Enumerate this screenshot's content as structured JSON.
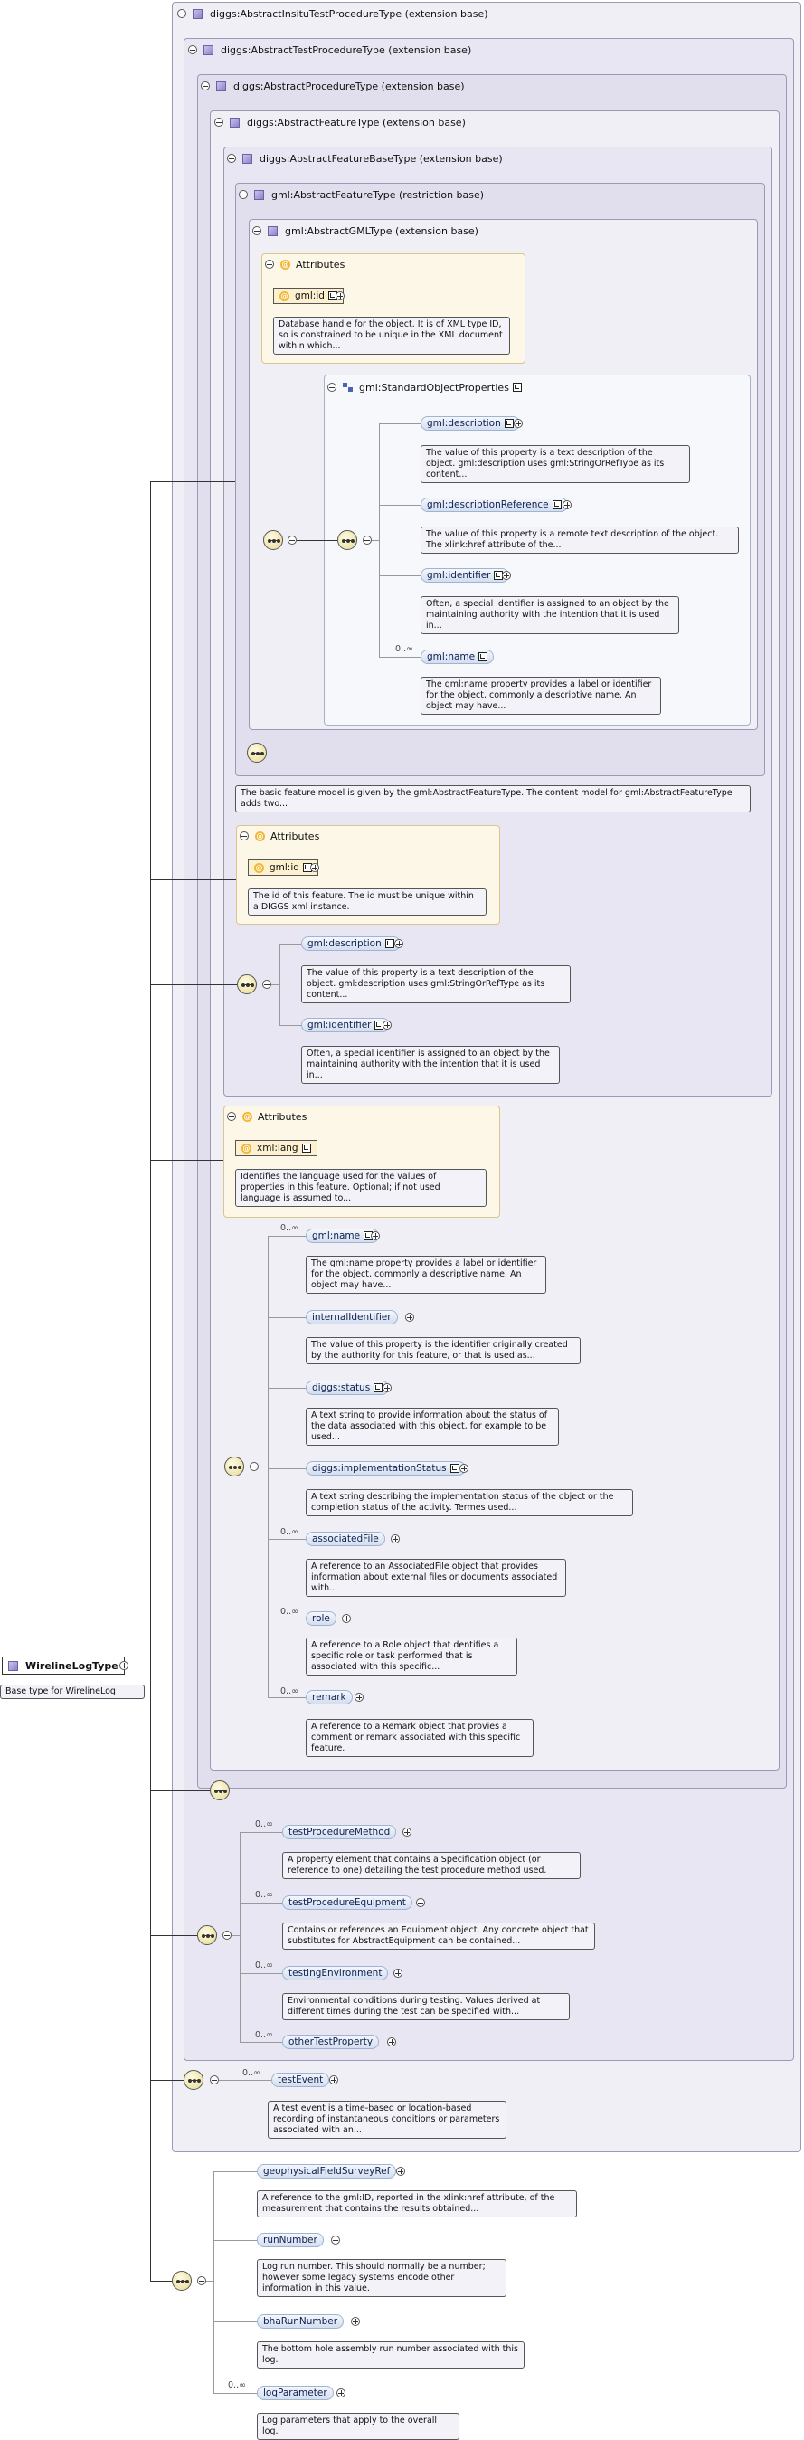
{
  "root": {
    "name": "WirelineLogType",
    "desc": "Base type for WirelineLog"
  },
  "bases": [
    "diggs:AbstractInsituTestProcedureType (extension base)",
    "diggs:AbstractTestProcedureType (extension base)",
    "diggs:AbstractProcedureType (extension base)",
    "diggs:AbstractFeatureType (extension base)",
    "diggs:AbstractFeatureBaseType (extension base)",
    "gml:AbstractFeatureType (restriction base)",
    "gml:AbstractGMLType (extension base)"
  ],
  "labels": {
    "attributes": "Attributes",
    "std_props": "gml:StandardObjectProperties",
    "many": "0..∞"
  },
  "gml_id": {
    "name": "gml:id",
    "desc": "Database handle for the object. It is of XML type ID, so is constrained to be unique in the XML document within which..."
  },
  "std_props": [
    {
      "name": "gml:description",
      "desc": "The value of this property is a text description of the object. gml:description uses gml:StringOrRefType as its content..."
    },
    {
      "name": "gml:descriptionReference",
      "desc": "The value of this property is a remote text description of the object. The xlink:href attribute of the..."
    },
    {
      "name": "gml:identifier",
      "desc": "Often, a special identifier is assigned to an object by the maintaining authority with the intention that it is used in..."
    },
    {
      "name": "gml:name",
      "desc": "The gml:name property provides a label or identifier for the object, commonly a descriptive name. An object may have..."
    }
  ],
  "feature_note": "The basic feature model is given by the gml:AbstractFeatureType. The content model for gml:AbstractFeatureType adds two...",
  "diggs_id": {
    "name": "gml:id",
    "desc": "The id of this feature. The id must be unique within a DIGGS xml instance."
  },
  "base_elems": [
    {
      "name": "gml:description",
      "desc": "The value of this property is a text description of the object. gml:description uses gml:StringOrRefType as its content..."
    },
    {
      "name": "gml:identifier",
      "desc": "Often, a special identifier is assigned to an object by the maintaining authority with the intention that it is used in..."
    }
  ],
  "xml_lang": {
    "name": "xml:lang",
    "desc": "Identifies the language used for the values of properties in this feature. Optional; if not used language is assumed to..."
  },
  "feature_elems": [
    {
      "name": "gml:name",
      "desc": "The gml:name property provides a label or identifier for the object, commonly a descriptive name. An object may have..."
    },
    {
      "name": "internalIdentifier",
      "desc": "The value of this property is the identifier originally created by the authority for this feature, or that is used as..."
    },
    {
      "name": "diggs:status",
      "desc": "A text string to provide information about the status of the data associated with this object, for example to be used..."
    },
    {
      "name": "diggs:implementationStatus",
      "desc": "A text string describing the implementation status of the object or the completion status of the activity. Termes used..."
    },
    {
      "name": "associatedFile",
      "desc": "A reference to an AssociatedFile object that provides information about external files or documents associated with..."
    },
    {
      "name": "role",
      "desc": "A reference to a Role object that dentifies a specific role or task performed that is associated with this specific..."
    },
    {
      "name": "remark",
      "desc": "A reference to a Remark object that provies a comment or remark associated with this specific feature."
    }
  ],
  "test_proc": [
    {
      "name": "testProcedureMethod",
      "desc": "A property element that contains a Specification object (or reference to one) detailing the test procedure method used."
    },
    {
      "name": "testProcedureEquipment",
      "desc": "Contains or references an Equipment object. Any concrete object that substitutes for AbstractEquipment can be contained..."
    },
    {
      "name": "testingEnvironment",
      "desc": "Environmental conditions during testing. Values derived at different times during the test can be specified with..."
    },
    {
      "name": "otherTestProperty",
      "desc": ""
    }
  ],
  "test_event": {
    "name": "testEvent",
    "desc": "A test event is a time-based or location-based recording of instantaneous conditions or parameters associated with an..."
  },
  "wireline": [
    {
      "name": "geophysicalFieldSurveyRef",
      "desc": "A reference to the gml:ID, reported in the xlink:href attribute, of the measurement that contains the results obtained..."
    },
    {
      "name": "runNumber",
      "desc": "Log run number. This should normally be a number; however some legacy systems encode other information in this value."
    },
    {
      "name": "bhaRunNumber",
      "desc": "The bottom hole assembly run number associated with this log."
    },
    {
      "name": "logParameter",
      "desc": "Log parameters that apply to the overall log."
    }
  ]
}
